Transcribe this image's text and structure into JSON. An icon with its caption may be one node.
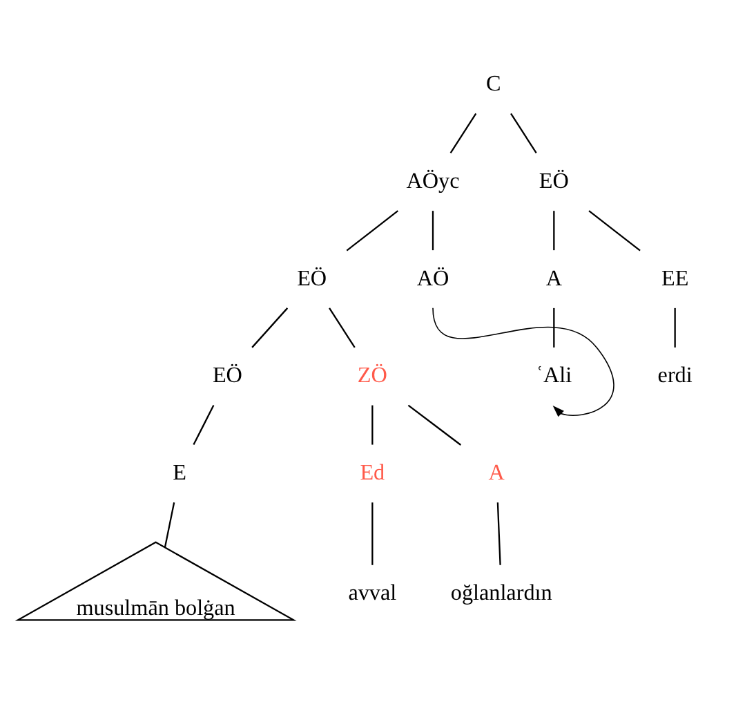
{
  "diagram": {
    "nodes": [
      {
        "text": [
          "C"
        ]
      },
      {
        "text": [
          "AÖyc"
        ]
      },
      {
        "text": [
          "EÖ"
        ]
      },
      {
        "text": [
          "AÖ"
        ]
      },
      {
        "text": [
          "EÖ"
        ]
      },
      {
        "text": [
          "A"
        ]
      },
      {
        "text": [
          "EE"
        ]
      },
      {
        "text": [
          "ZÖ"
        ]
      },
      {
        "text": [
          "EÖ"
        ]
      },
      {
        "text": [
          "ʿAli"
        ]
      },
      {
        "text": [
          "erdi"
        ]
      },
      {
        "text": [
          "A"
        ]
      },
      {
        "text": [
          "Ed"
        ]
      },
      {
        "text": [
          "E"
        ]
      },
      {
        "text": [
          "oğlanlardın"
        ]
      },
      {
        "text": [
          "avval"
        ]
      },
      {
        "text": [
          "musulmān bolġan"
        ]
      }
    ],
    "edges": [
      {
        "from": 0,
        "to": 1,
        "arrow": "none"
      },
      {
        "from": 0,
        "to": 2,
        "arrow": "none"
      },
      {
        "from": 1,
        "to": 3,
        "arrow": "none"
      },
      {
        "from": 1,
        "to": 4,
        "arrow": "none"
      },
      {
        "from": 2,
        "to": 5,
        "arrow": "none"
      },
      {
        "from": 2,
        "to": 6,
        "arrow": "none"
      },
      {
        "from": 4,
        "to": 7,
        "arrow": "none"
      },
      {
        "from": 4,
        "to": 8,
        "arrow": "none"
      },
      {
        "from": 5,
        "to": 9,
        "arrow": "none"
      },
      {
        "from": 6,
        "to": 10,
        "arrow": "none"
      },
      {
        "from": 7,
        "to": 11,
        "arrow": "none"
      },
      {
        "from": 7,
        "to": 12,
        "arrow": "none"
      },
      {
        "from": 8,
        "to": 13,
        "arrow": "none"
      },
      {
        "from": 11,
        "to": 14,
        "arrow": "none"
      },
      {
        "from": 12,
        "to": 15,
        "arrow": "none"
      },
      {
        "from": 13,
        "to": 16,
        "arrow": "none"
      },
      {
        "from": 3,
        "to": 9,
        "arrow": "to"
      }
    ]
  }
}
